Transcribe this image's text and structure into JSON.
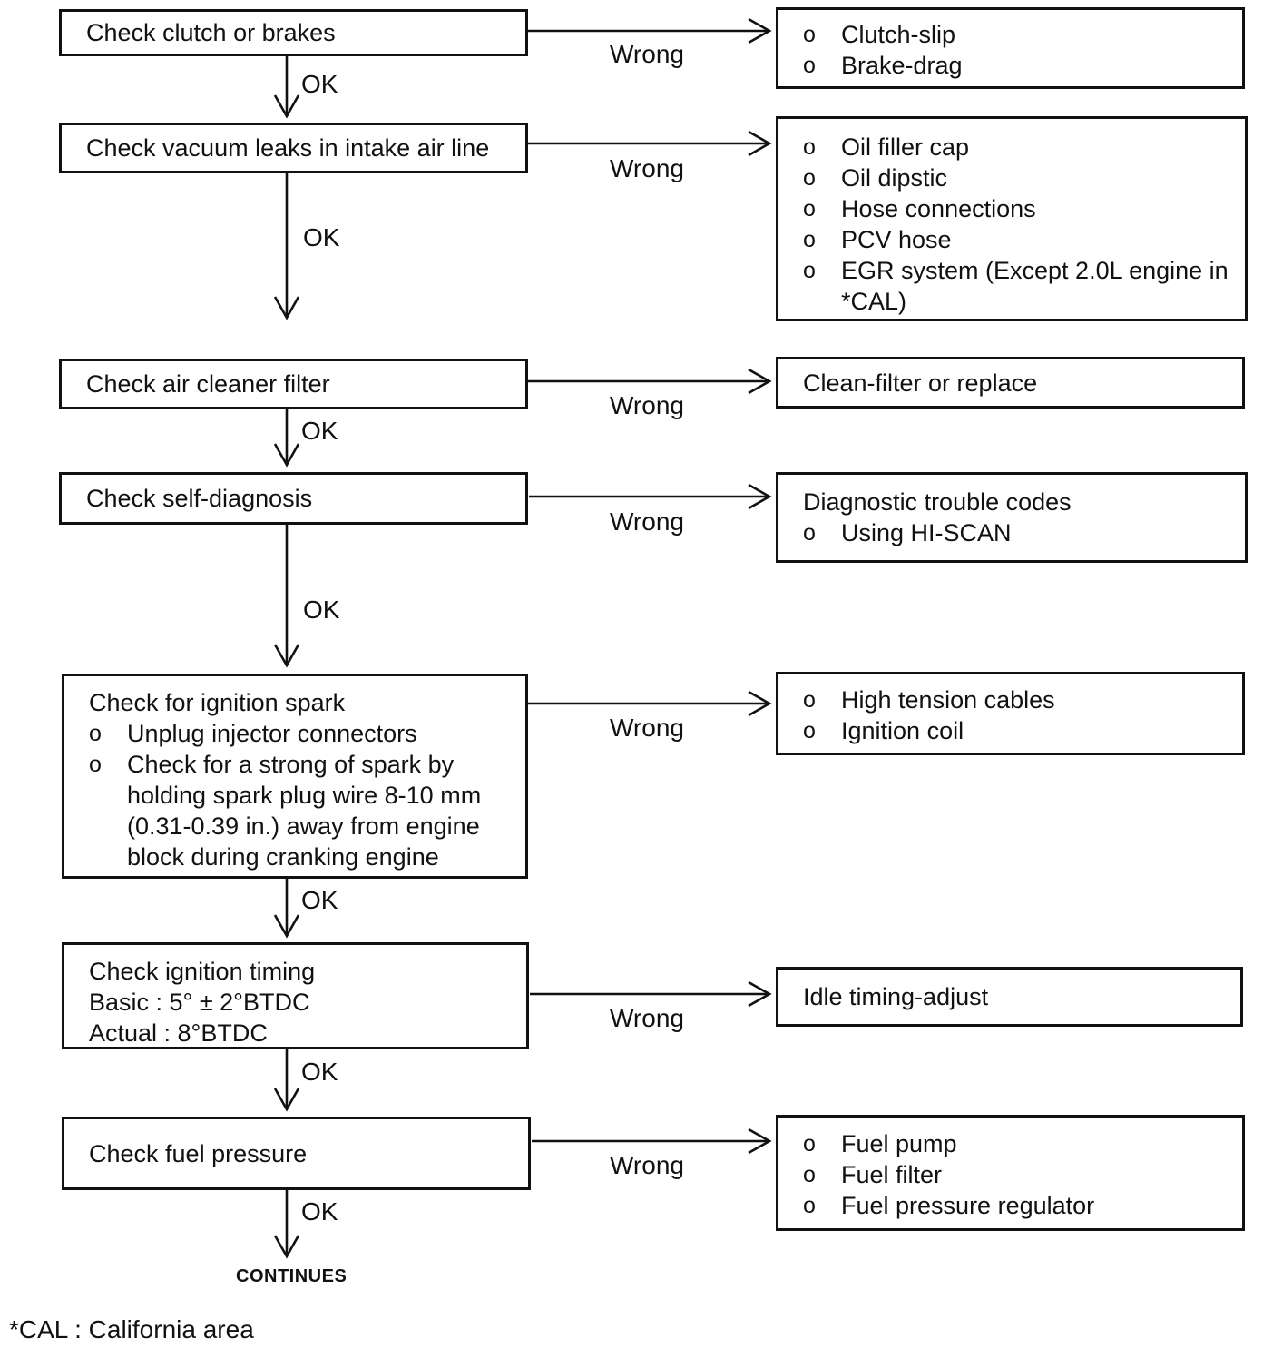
{
  "labels": {
    "ok": "OK",
    "wrong": "Wrong",
    "continues": "CONTINUES"
  },
  "bullet_marker": "o",
  "footnote": "*CAL : California area",
  "steps": [
    {
      "title": "Check clutch or brakes"
    },
    {
      "title": "Check vacuum leaks in intake air line"
    },
    {
      "title": "Check air cleaner filter"
    },
    {
      "title": "Check self-diagnosis"
    },
    {
      "title": "Check for ignition spark",
      "bullets": [
        "Unplug injector connectors",
        "Check for a strong of spark by holding spark plug wire 8-10 mm (0.31-0.39 in.) away from engine block during cranking engine"
      ]
    },
    {
      "title": "Check ignition timing",
      "lines": [
        "Basic : 5° ± 2°BTDC",
        "Actual : 8°BTDC"
      ]
    },
    {
      "title": "Check fuel pressure"
    }
  ],
  "results": [
    {
      "bullets": [
        "Clutch-slip",
        "Brake-drag"
      ]
    },
    {
      "bullets": [
        "Oil filler cap",
        "Oil dipstic",
        "Hose connections",
        "PCV hose",
        "EGR system (Except 2.0L engine in *CAL)"
      ]
    },
    {
      "title": "Clean-filter or replace"
    },
    {
      "title": "Diagnostic trouble codes",
      "bullets": [
        "Using HI-SCAN"
      ]
    },
    {
      "bullets": [
        "High tension cables",
        "Ignition coil"
      ]
    },
    {
      "title": "Idle timing-adjust"
    },
    {
      "bullets": [
        "Fuel pump",
        "Fuel filter",
        "Fuel pressure regulator"
      ]
    }
  ]
}
